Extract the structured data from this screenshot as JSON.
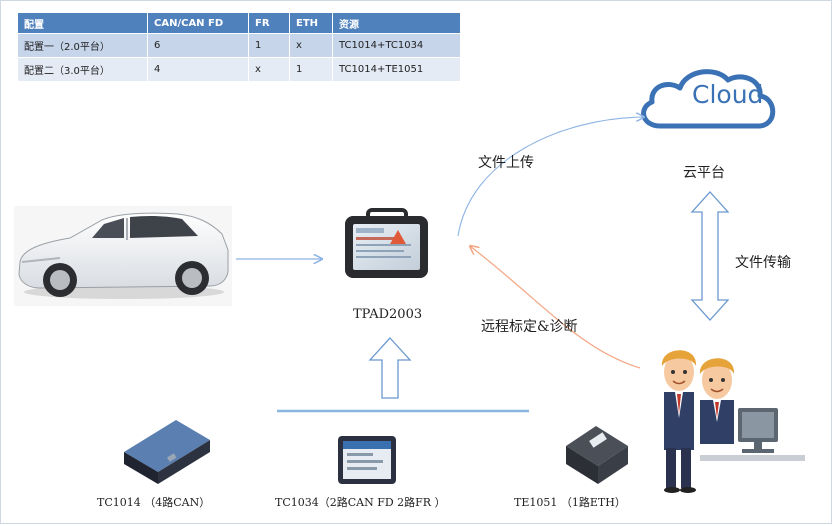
{
  "table": {
    "headers": [
      "配置",
      "CAN/CAN FD",
      "FR",
      "ETH",
      "资源"
    ],
    "rows": [
      [
        "配置一（2.0平台）",
        "6",
        "1",
        "x",
        "TC1014+TC1034"
      ],
      [
        "配置二（3.0平台）",
        "4",
        "x",
        "1",
        "TC1014+TE1051"
      ]
    ]
  },
  "cloud": {
    "text": "Cloud",
    "caption": "云平台",
    "color": "#3a72b5"
  },
  "labels": {
    "file_upload": "文件上传",
    "file_transfer": "文件传输",
    "remote": "远程标定&诊断",
    "tpad": "TPAD2003"
  },
  "devices": {
    "tc1014": "TC1014 （4路CAN）",
    "tc1034": "TC1034（2路CAN FD 2路FR ）",
    "te1051": "TE1051 （1路ETH）"
  },
  "colors": {
    "accent_blue": "#4f81bd",
    "arrow_blue": "#8db3e2",
    "arrow_orange": "#f4a582",
    "bus_line": "#8cb4e0"
  }
}
